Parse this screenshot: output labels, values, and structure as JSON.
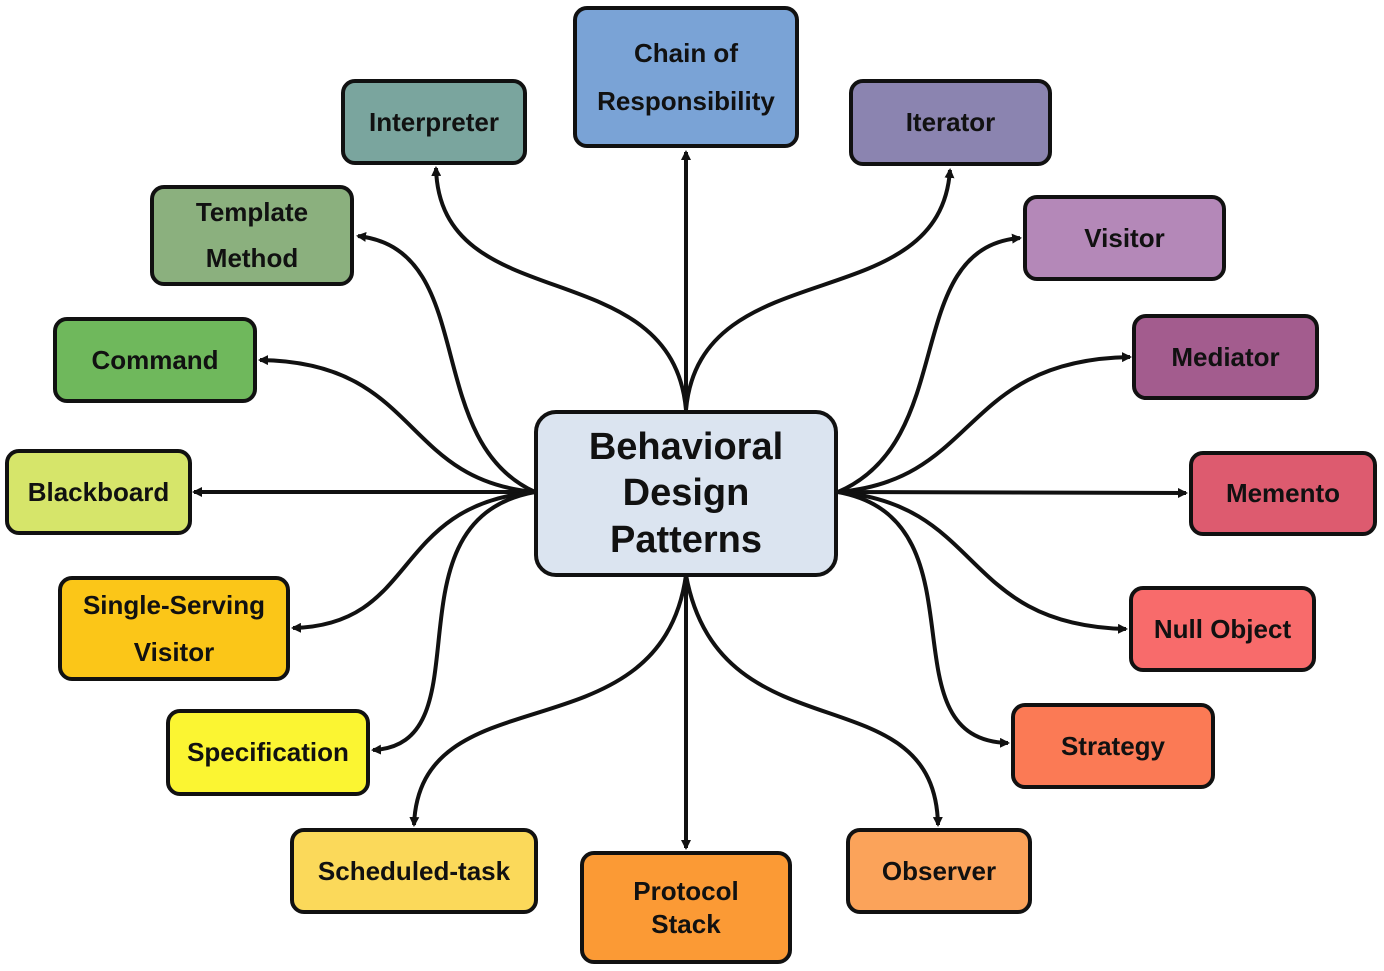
{
  "center": {
    "line1": "Behavioral",
    "line2": "Design",
    "line3": "Patterns",
    "color": "#dbe4f0"
  },
  "patterns": {
    "chain_of_responsibility": {
      "line1": "Chain of",
      "line2": "Responsibility",
      "color": "#7aa3d6"
    },
    "interpreter": {
      "label": "Interpreter",
      "color": "#7aa59e"
    },
    "iterator": {
      "label": "Iterator",
      "color": "#8b84b0"
    },
    "template_method": {
      "line1": "Template",
      "line2": "Method",
      "color": "#8bb07e"
    },
    "visitor": {
      "label": "Visitor",
      "color": "#b488b8"
    },
    "command": {
      "label": "Command",
      "color": "#6fb85c"
    },
    "mediator": {
      "label": "Mediator",
      "color": "#a35c8e"
    },
    "blackboard": {
      "label": "Blackboard",
      "color": "#d6e56a"
    },
    "memento": {
      "label": "Memento",
      "color": "#dd5b6f"
    },
    "single_serving_visitor": {
      "line1": "Single-Serving",
      "line2": "Visitor",
      "color": "#fbc618"
    },
    "null_object": {
      "label": "Null Object",
      "color": "#f86b6b"
    },
    "specification": {
      "label": "Specification",
      "color": "#fbf532"
    },
    "strategy": {
      "label": "Strategy",
      "color": "#fb7a55"
    },
    "scheduled_task": {
      "label": "Scheduled-task",
      "color": "#fbd95a"
    },
    "protocol_stack": {
      "line1": "Protocol",
      "line2": "Stack",
      "color": "#fb9a35"
    },
    "observer": {
      "label": "Observer",
      "color": "#fba35a"
    }
  }
}
